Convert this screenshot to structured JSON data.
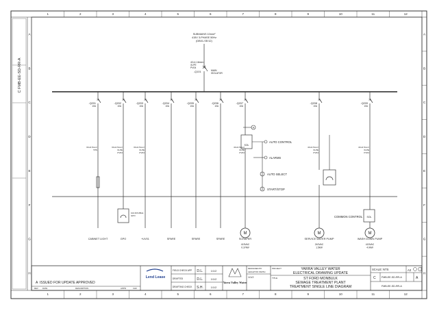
{
  "sheet": {
    "column_numbers": [
      "1",
      "2",
      "3",
      "4",
      "5",
      "6",
      "7",
      "8",
      "9",
      "10",
      "11",
      "12"
    ],
    "row_letters": [
      "A",
      "B",
      "C",
      "D",
      "E",
      "F",
      "G",
      "H"
    ],
    "side_strip": "C  FMB-EE-SD-RR-A"
  },
  "supply": {
    "lines": [
      "SUBMAINS 10mm²",
      "415V 3-PHASE 50Hz",
      "(DB01-SE/12)"
    ],
    "cable": [
      "4Cx1.16mm²",
      "XLPE",
      "PV04"
    ],
    "main_breaker": [
      "-Q101",
      "MAIN",
      "ISOLATOR"
    ]
  },
  "feeders": [
    {
      "id": "-Q201",
      "rating": "10A",
      "cable": [
        "3Cx2.5mm²",
        "TPS"
      ],
      "label": "CABINET LIGHT"
    },
    {
      "id": "-Q202",
      "rating": "10A",
      "cable": [
        "3Cx2.5mm²",
        "XLPE",
        "PV04"
      ],
      "label": "GPO"
    },
    {
      "id": "-Q203",
      "rating": "10A",
      "cable": [
        "3Cx2.5mm²",
        "XLPE",
        "PV04"
      ],
      "label": "+UV01"
    },
    {
      "id": "-Q204",
      "rating": "10A",
      "cable": [],
      "label": "SPARE"
    },
    {
      "id": "-Q205",
      "rating": "10A",
      "cable": [],
      "label": "SPARE"
    },
    {
      "id": "-Q206",
      "rating": "10A",
      "cable": [],
      "label": "SPARE"
    },
    {
      "id": "-Q207",
      "rating": "10A",
      "cable": [
        "4Cx2.5mm²",
        "XLPE",
        "PV04"
      ],
      "label": "SCRAPER"
    },
    {
      "id": "-Q208",
      "rating": "10A",
      "cable": [
        "4Cx2.5mm²",
        "XLPE",
        "PV04"
      ],
      "label": "SERVICE WATER PUMP"
    },
    {
      "id": "-Q209",
      "rating": "10A",
      "cable": [
        "4Cx2.5mm²",
        "XLPE",
        "PV04"
      ],
      "label": "WASH DOWN PUMP"
    }
  ],
  "controls": {
    "auto_control": "AUTO CONTROL",
    "alarms": "ALARMS",
    "auto_select": "AUTO SELECT",
    "start_stop": "START/STOP",
    "common_control": "COMMON CONTROL",
    "sol_label": "SOL",
    "motor_label": "M"
  },
  "loads": {
    "scraper_specs": [
      "415VAC",
      "0.37kW"
    ],
    "service_pump_specs": [
      "240VAC",
      "1.5kW"
    ],
    "wash_pump_specs": [
      "415VAC",
      "4.0kW"
    ],
    "gpo_note": [
      "10A DOUBLE",
      "GPO"
    ]
  },
  "title_block": {
    "revision": "A",
    "revision_desc": "ISSUED FOR UPDATE APPROVED",
    "rev_header": [
      "REV",
      "DATE",
      "DESCRIPTION",
      "APP'D",
      "CHK"
    ],
    "lend_lease": "Lend Lease",
    "role_labels": [
      "FIELD CHECK APP",
      "DRAFTED",
      "DRAFTING CHECK"
    ],
    "initials": [
      "D.L.",
      "D.L.",
      "S.H."
    ],
    "dates": [
      "1/1/2",
      "1/1/2",
      "1/1/2"
    ],
    "client_name": "Yarra Valley Water",
    "designed_by": "DESIGNED BY",
    "designer": "LEIGHTON SMITH",
    "design_date": "1/1/2",
    "project_label": "PROJECT",
    "title_lines": [
      "YARRA VALLEY WATER",
      "ELECTRICAL DRAWING UPDATE",
      "ST FORD MONBULK",
      "SEWAGE TREATMENT PLANT",
      "TREATMENT SINGLE LINE DIAGRAM"
    ],
    "title_label": "TITLE",
    "scale": "SCALE: NTS",
    "sheet_size": "A3",
    "drawing_no": "FMB-EE-SD-RR-A",
    "rev_box": "A",
    "dwg_code": "FMB-EE-SD-RR-A"
  },
  "colors": {
    "line": "#333333",
    "text": "#222222",
    "background": "#ffffff",
    "lendlease_blue": "#1f3f8f"
  }
}
